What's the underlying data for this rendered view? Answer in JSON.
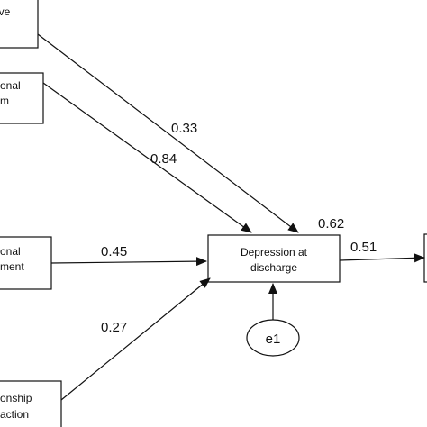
{
  "nodes": {
    "top_left": {
      "lines": [
        "ive"
      ]
    },
    "second_left": {
      "lines": [
        "onal",
        "m"
      ]
    },
    "third_left": {
      "lines": [
        "onal",
        "ment"
      ]
    },
    "bottom_left": {
      "lines": [
        "onship",
        "action"
      ]
    },
    "depression": {
      "lines": [
        "Depression at",
        "discharge"
      ]
    },
    "error": {
      "label": "e1"
    }
  },
  "paths": {
    "top_to_depression": "0.33",
    "second_to_depression": "0.84",
    "third_to_depression": "0.45",
    "bottom_to_depression": "0.27",
    "depression_to_right": "0.51"
  },
  "r_squared": "0.62"
}
